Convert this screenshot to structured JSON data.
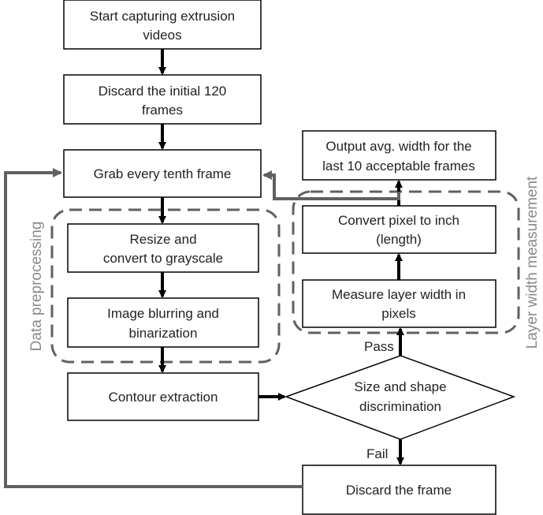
{
  "diagram": {
    "nodes": {
      "start": [
        "Start capturing extrusion",
        "videos"
      ],
      "discard_initial": [
        "Discard the initial 120",
        "frames"
      ],
      "grab": [
        "Grab every tenth frame"
      ],
      "resize": [
        "Resize and",
        "convert to grayscale"
      ],
      "blur": [
        "Image blurring and",
        "binarization"
      ],
      "contour": [
        "Contour extraction"
      ],
      "decision": [
        "Size and shape",
        "discrimination"
      ],
      "discard_frame": [
        "Discard the frame"
      ],
      "measure": [
        "Measure layer width in",
        "pixels"
      ],
      "convert": [
        "Convert pixel to inch",
        "(length)"
      ],
      "output": [
        "Output avg. width for the",
        "last 10 acceptable frames"
      ]
    },
    "edge_labels": {
      "pass": "Pass",
      "fail": "Fail"
    },
    "groups": {
      "preprocessing": "Data preprocessing",
      "measurement": "Layer width measurement"
    },
    "colors": {
      "box_stroke": "#000000",
      "arrow": "#000000",
      "loop_arrow": "#606060",
      "group_border": "#606060",
      "group_label": "#8a8a8a"
    }
  }
}
